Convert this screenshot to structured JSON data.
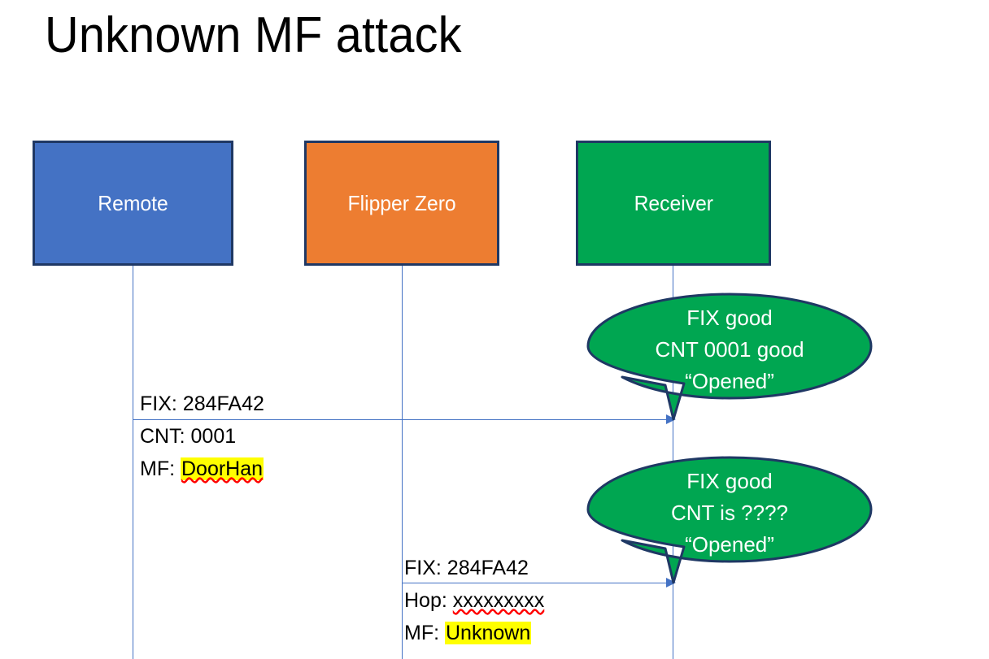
{
  "slide": {
    "title": "Unknown MF attack",
    "background": "#ffffff"
  },
  "colors": {
    "remote_box": "#4472C4",
    "flipper_box": "#ED7D31",
    "receiver_box": "#00A651",
    "box_border": "#1F3864",
    "lifeline": "#4472C4",
    "arrow": "#4472C4",
    "highlight": "#FFFF00",
    "spellcheck_underline": "#FF0000",
    "callout_fill": "#00A651",
    "callout_border": "#1F3864"
  },
  "actors": [
    {
      "id": "remote",
      "label": "Remote"
    },
    {
      "id": "flipper",
      "label": "Flipper Zero"
    },
    {
      "id": "receiver",
      "label": "Receiver"
    }
  ],
  "messages": [
    {
      "id": "message-1",
      "from": "remote",
      "to": "receiver",
      "lines": [
        {
          "label": "FIX:",
          "value": "284FA42",
          "highlighted": false,
          "spellchecked": false
        },
        {
          "label": "CNT:",
          "value": "0001",
          "highlighted": false,
          "spellchecked": false
        },
        {
          "label": "MF:",
          "value": "DoorHan",
          "highlighted": true,
          "spellchecked": true
        }
      ]
    },
    {
      "id": "message-2",
      "from": "flipper",
      "to": "receiver",
      "lines": [
        {
          "label": "FIX:",
          "value": "284FA42",
          "highlighted": false,
          "spellchecked": false
        },
        {
          "label": "Hop:",
          "value": "xxxxxxxxx",
          "highlighted": false,
          "spellchecked": true
        },
        {
          "label": "MF:",
          "value": "Unknown",
          "highlighted": true,
          "spellchecked": false
        }
      ]
    }
  ],
  "callouts": [
    {
      "id": "callout-1",
      "anchor": "receiver",
      "lines": [
        "FIX good",
        "CNT 0001 good",
        "“Opened”"
      ]
    },
    {
      "id": "callout-2",
      "anchor": "receiver",
      "lines": [
        "FIX good",
        "CNT is ????",
        "“Opened”"
      ]
    }
  ]
}
